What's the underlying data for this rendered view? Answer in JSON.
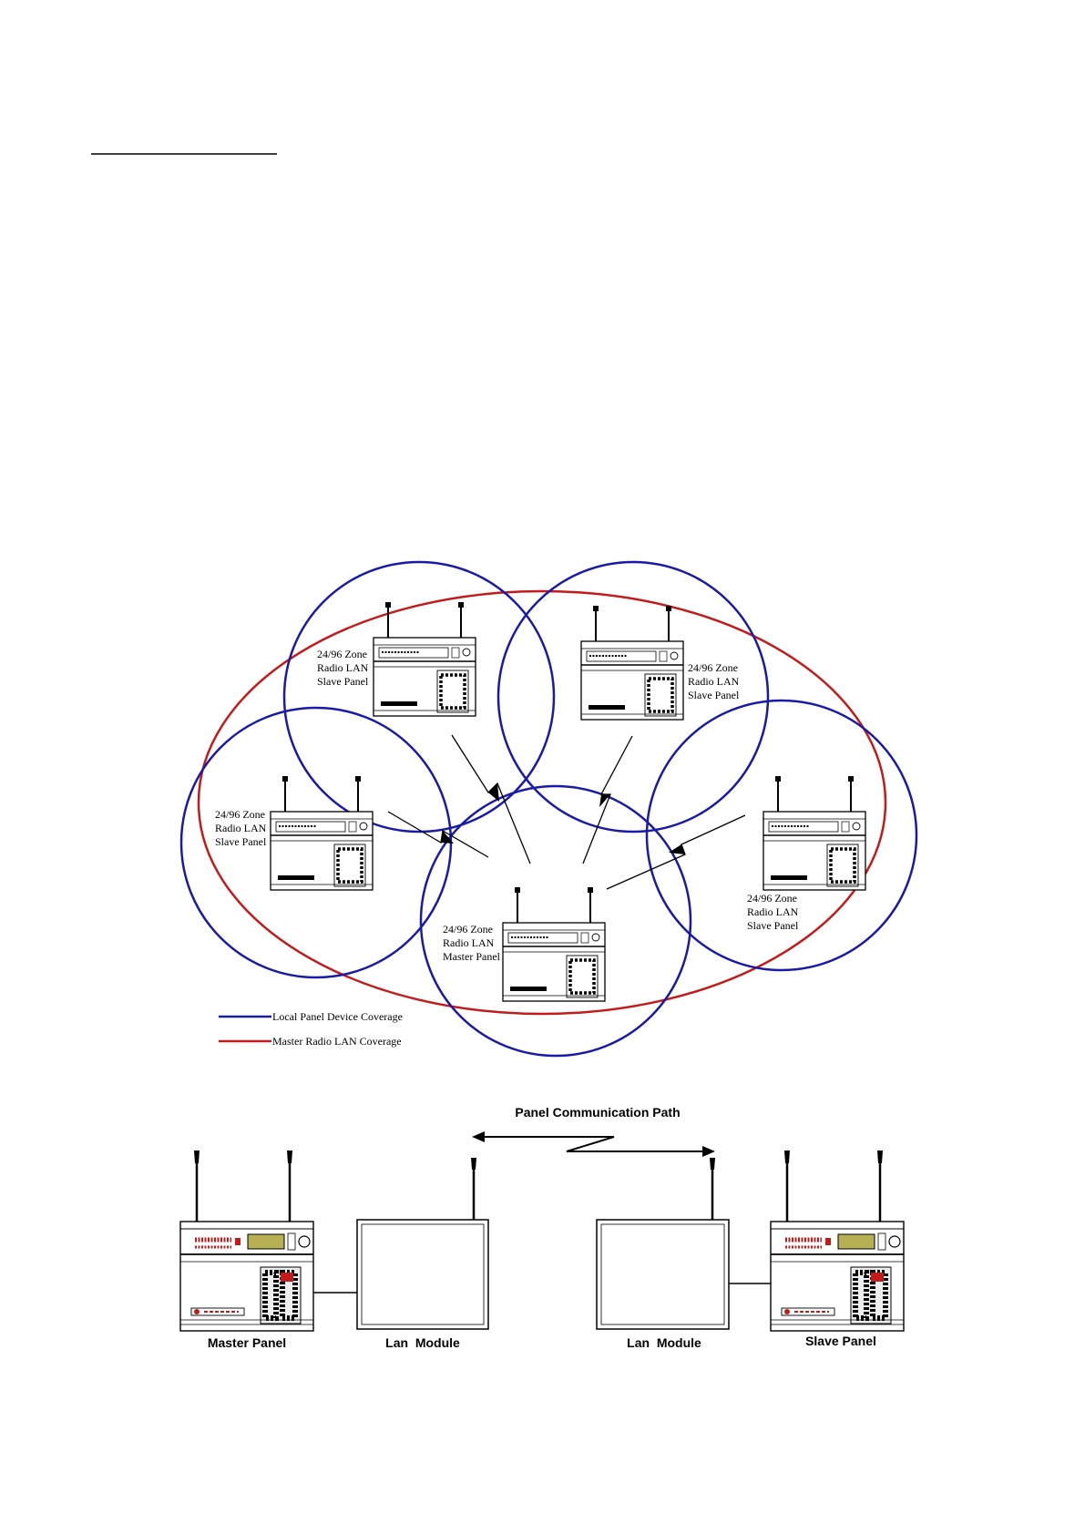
{
  "radio_lan": {
    "panels": [
      {
        "id": "slave-top-left",
        "lines": [
          "24/96 Zone",
          "Radio LAN",
          "Slave Panel"
        ]
      },
      {
        "id": "slave-top-right",
        "lines": [
          "24/96 Zone",
          "Radio LAN",
          "Slave Panel"
        ]
      },
      {
        "id": "slave-left",
        "lines": [
          "24/96 Zone",
          "Radio LAN",
          "Slave Panel"
        ]
      },
      {
        "id": "slave-right",
        "lines": [
          "24/96 Zone",
          "Radio LAN",
          "Slave Panel"
        ]
      },
      {
        "id": "master",
        "lines": [
          "24/96 Zone",
          "Radio LAN",
          "Master Panel"
        ]
      }
    ],
    "legend": [
      {
        "label": "Local Panel Device Coverage",
        "color": "#1a1aa8"
      },
      {
        "label": "Master Radio LAN Coverage",
        "color": "#c41a1a"
      }
    ]
  },
  "communication": {
    "title": "Panel Communication Path",
    "master_label": "Master Panel",
    "lan_left_label": "Lan  Module",
    "lan_right_label": "Lan  Module",
    "slave_label": "Slave Panel"
  }
}
